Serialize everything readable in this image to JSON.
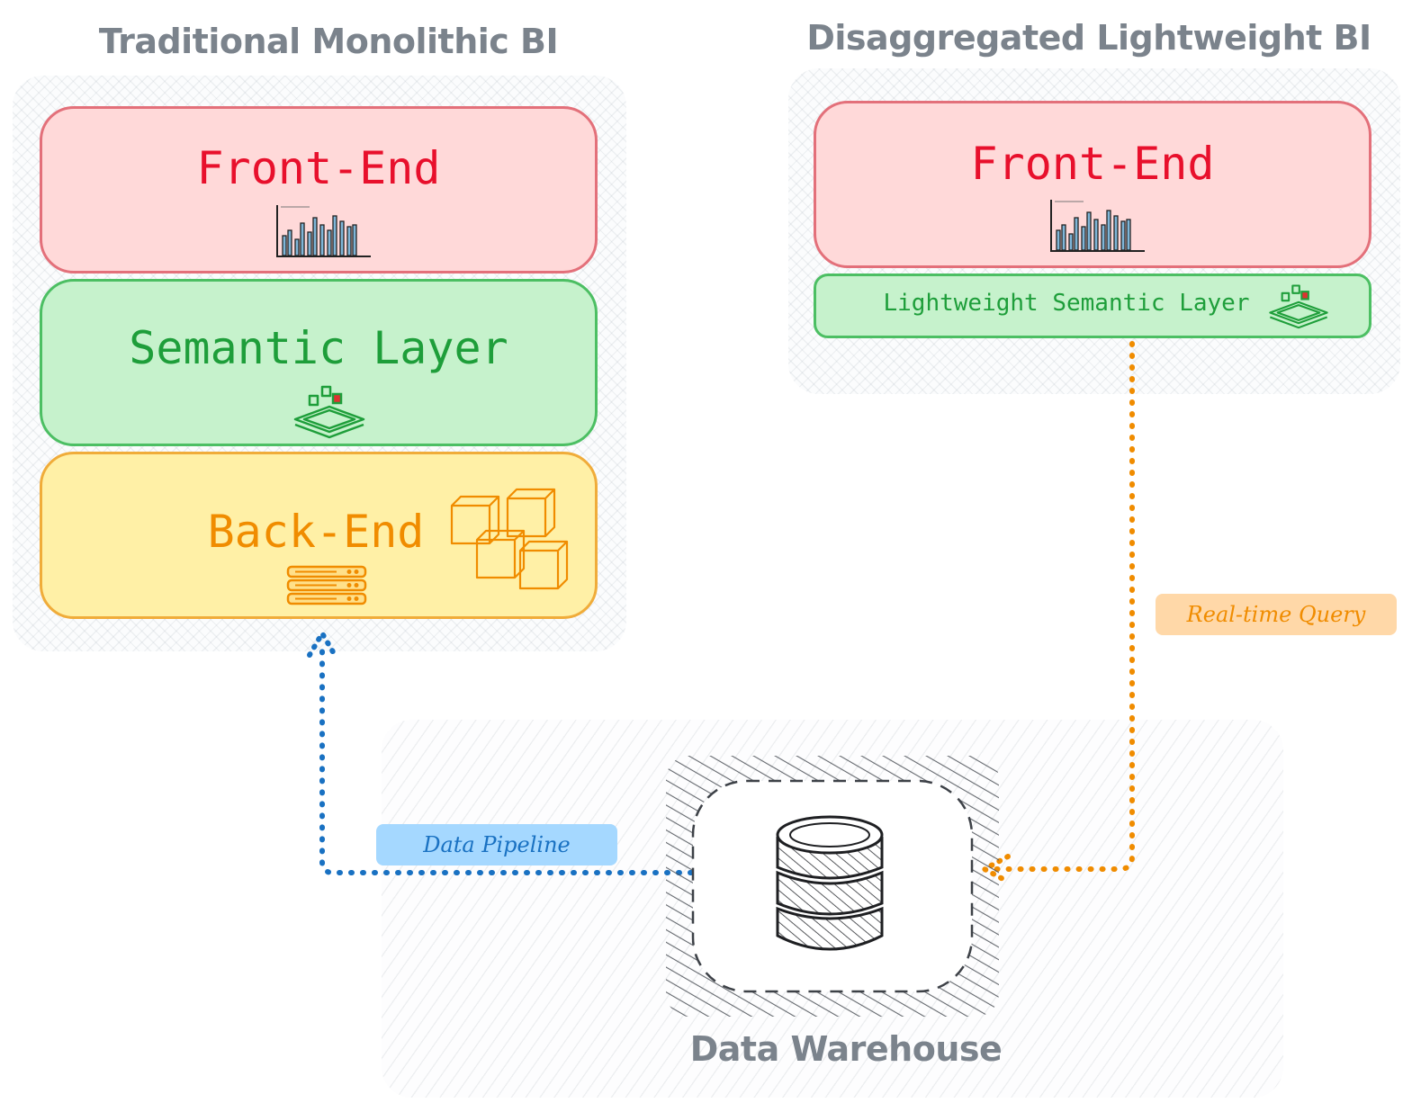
{
  "diagram": {
    "left_title": "Traditional Monolithic BI",
    "right_title": "Disaggregated Lightweight BI",
    "bottom_title": "Data Warehouse",
    "left_stack": {
      "front_end": "Front-End",
      "semantic": "Semantic Layer",
      "back_end": "Back-End"
    },
    "right_stack": {
      "front_end": "Front-End",
      "semantic": "Lightweight Semantic Layer"
    },
    "connectors": {
      "pipeline_label": "Data Pipeline",
      "query_label": "Real-time Query"
    },
    "icons": {
      "chart": "bar-chart-icon",
      "semantic": "semantic-layer-icon",
      "server": "server-stack-icon",
      "cubes": "cubes-icon",
      "database": "database-icon"
    },
    "colors": {
      "title_gray": "#7b838c",
      "front_text": "#e8102c",
      "semantic_text": "#1e9e3a",
      "back_text": "#f08c00",
      "pipeline_blue": "#1971c2",
      "pipeline_fill": "#a5d8ff",
      "query_orange": "#f08c00",
      "query_fill": "#ffd8a8"
    }
  }
}
